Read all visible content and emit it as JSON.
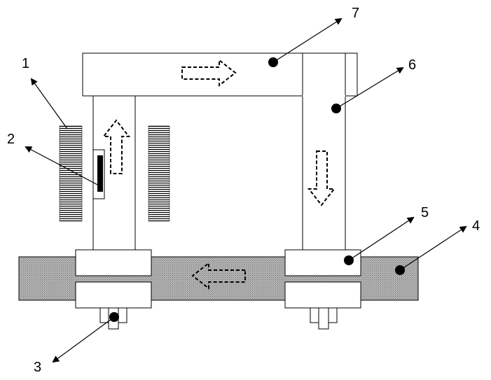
{
  "callouts": [
    {
      "id": "1",
      "label": "1"
    },
    {
      "id": "2",
      "label": "2"
    },
    {
      "id": "3",
      "label": "3"
    },
    {
      "id": "4",
      "label": "4"
    },
    {
      "id": "5",
      "label": "5"
    },
    {
      "id": "6",
      "label": "6"
    },
    {
      "id": "7",
      "label": "7"
    }
  ],
  "colors": {
    "stroke": "#000000",
    "fill": "#ffffff",
    "base_hatch": "#9a9a9a",
    "marker": "#000000"
  }
}
